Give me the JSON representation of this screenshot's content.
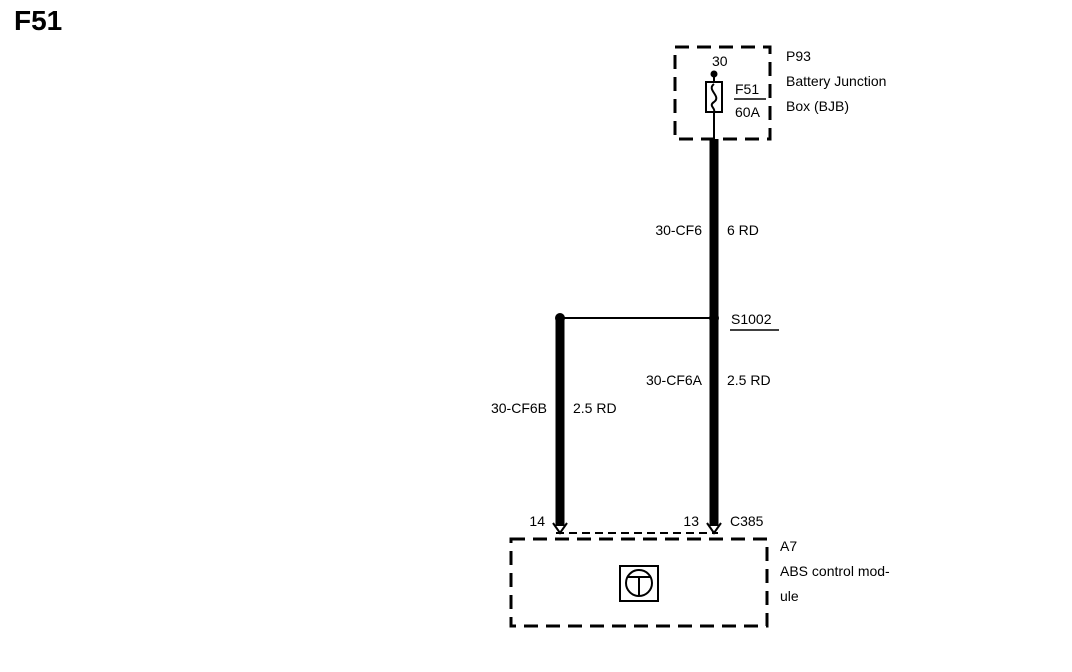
{
  "title": "F51",
  "fuse_box": {
    "component_id": "P93",
    "name_line1": "Battery Junction",
    "name_line2": "Box (BJB)",
    "pin": "30",
    "fuse_id": "F51",
    "fuse_rating": "60A"
  },
  "wires": {
    "feed": {
      "circuit": "30-CF6",
      "spec": "6 RD"
    },
    "branch_a": {
      "circuit": "30-CF6A",
      "spec": "2.5 RD"
    },
    "branch_b": {
      "circuit": "30-CF6B",
      "spec": "2.5 RD"
    }
  },
  "splice": {
    "label": "S1002"
  },
  "module": {
    "component_id": "A7",
    "name_line1": "ABS control mod-",
    "name_line2": "ule",
    "connector": "C385",
    "pin_left": "14",
    "pin_right": "13"
  }
}
